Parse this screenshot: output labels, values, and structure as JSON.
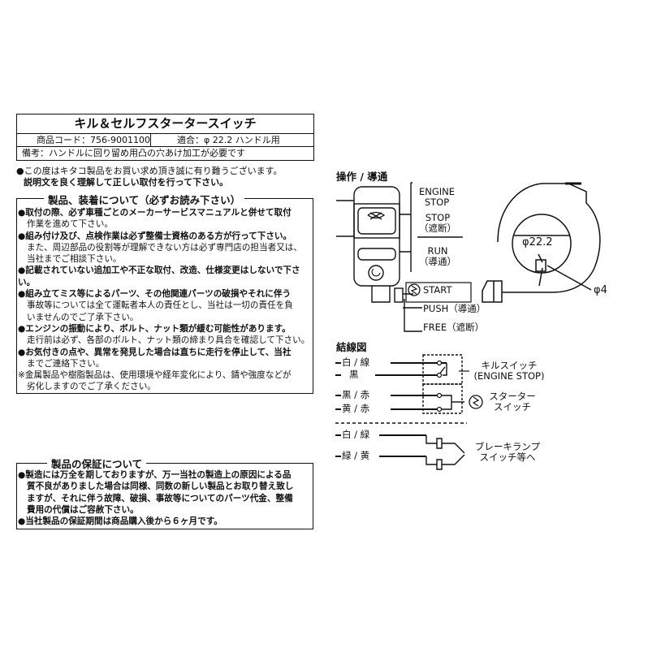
{
  "header": {
    "title": "キル＆セルフスタータースイッチ",
    "product_code": "商品コード：756-9001100",
    "fit": "適合：φ 22.2 ハンドル用",
    "note": "備考：ハンドルに回り留め用凸の穴あけ加工が必要です"
  },
  "intro": {
    "line1": "●この度はキタコ製品をお買い求め頂き誠に有り難うございます。",
    "line2": "説明文を良く理解して正しい取付を行って下さい。"
  },
  "install": {
    "title": "製品、装着について（必ずお読み下さい）",
    "lines": [
      "●取付の際、必ず車種ごとのメーカーサービスマニュアルと併せて取付",
      "作業を進めて下さい。",
      "●組み付け及び、点検作業は必ず整備士資格のある方が行って下さい。",
      "また、周辺部品の役割等が理解できない方は必ず専門店の担当者又は、",
      "当社までご相談下さい。",
      "●記載されていない追加工や不正な取付、改造、仕様変更はしないで下さい。",
      "●組み立てミス等によるパーツ、その他関連パーツの破損やそれに伴う",
      "事故等については全て運転者本人の責任とし、当社は一切の責任を負",
      "いませんのでご了承下さい。",
      "●エンジンの振動により、ボルト、ナット類が緩む可能性があります。",
      "走行前は必ず、各部のボルト、ナット類の締まり具合を確認して下さい。",
      "●お気付きの点や、異常を発見した場合は直ちに走行を停止して、当社",
      "までご連絡下さい。",
      "※金属製品や樹脂製品は、使用環境や経年変化により、錆や強度などが",
      "劣化しますのでご了承ください。"
    ]
  },
  "warranty": {
    "title": "製品の保証について",
    "lines": [
      "●製造には万全を期しておりますが、万一当社の製造上の原因による品",
      "質不良がありました場合は同様、同数の新しい製品とお取り替え致し",
      "ますが、それに伴う故障、破損、事故等についてのパーツ代金、整備",
      "費用の代償はご容赦下さい。",
      "●当社製品の保証期間は商品購入後から６ヶ月です。"
    ]
  },
  "operation": {
    "label": "操作 / 導通",
    "engine_stop_1": "ENGINE",
    "engine_stop_2": "STOP",
    "stop": "STOP",
    "stop_state": "（遮断）",
    "run": "RUN",
    "run_state": "（導通）",
    "start": "START",
    "push": "PUSH（導通）",
    "free": "FREE（遮断）",
    "diameter": "φ22.2",
    "hole": "φ4"
  },
  "wiring": {
    "label": "結線図",
    "wires": [
      "白 / 線",
      "黒",
      "黒 / 赤",
      "黄 / 赤"
    ],
    "kill_switch": "キルスイッチ",
    "kill_switch_en": "(ENGINE STOP)",
    "starter_1": "スターター",
    "starter_2": "スイッチ",
    "brake_wires": [
      "白 / 緑",
      "緑 / 黄"
    ],
    "brake_1": "ブレーキランプ",
    "brake_2": "スイッチ等へ"
  }
}
